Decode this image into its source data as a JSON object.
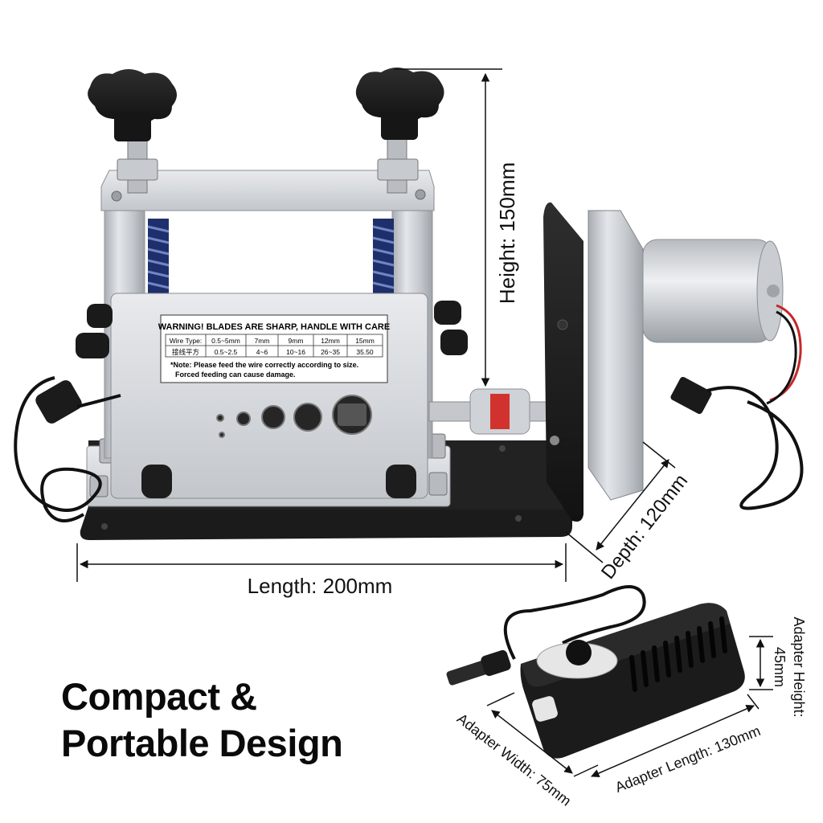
{
  "warning_label": {
    "title": "WARNING! BLADES ARE SHARP, HANDLE WITH CARE",
    "row1": [
      "Wire Type:",
      "0.5~5mm",
      "7mm",
      "9mm",
      "12mm",
      "15mm"
    ],
    "row2": [
      "接线平方",
      "0.5~2.5",
      "4~6",
      "10~16",
      "26~35",
      "35.50"
    ],
    "note1": "*Note: Please feed the wire correctly according to size.",
    "note2": "Forced feeding can cause damage."
  },
  "dimensions": {
    "height": "Height: 150mm",
    "length": "Length: 200mm",
    "depth": "Depth: 120mm",
    "adapter_height_line1": "Adapter Height:",
    "adapter_height_line2": "45mm",
    "adapter_width": "Adapter Width: 75mm",
    "adapter_length": "Adapter Length: 130mm"
  },
  "headline": {
    "line1": "Compact &",
    "line2": "Portable Design"
  },
  "colors": {
    "metal": "#c9ccd0",
    "black_part": "#1c1c1c",
    "spring_blue": "#1f2f6b",
    "coupling_red": "#d2322d",
    "text": "#111111"
  }
}
